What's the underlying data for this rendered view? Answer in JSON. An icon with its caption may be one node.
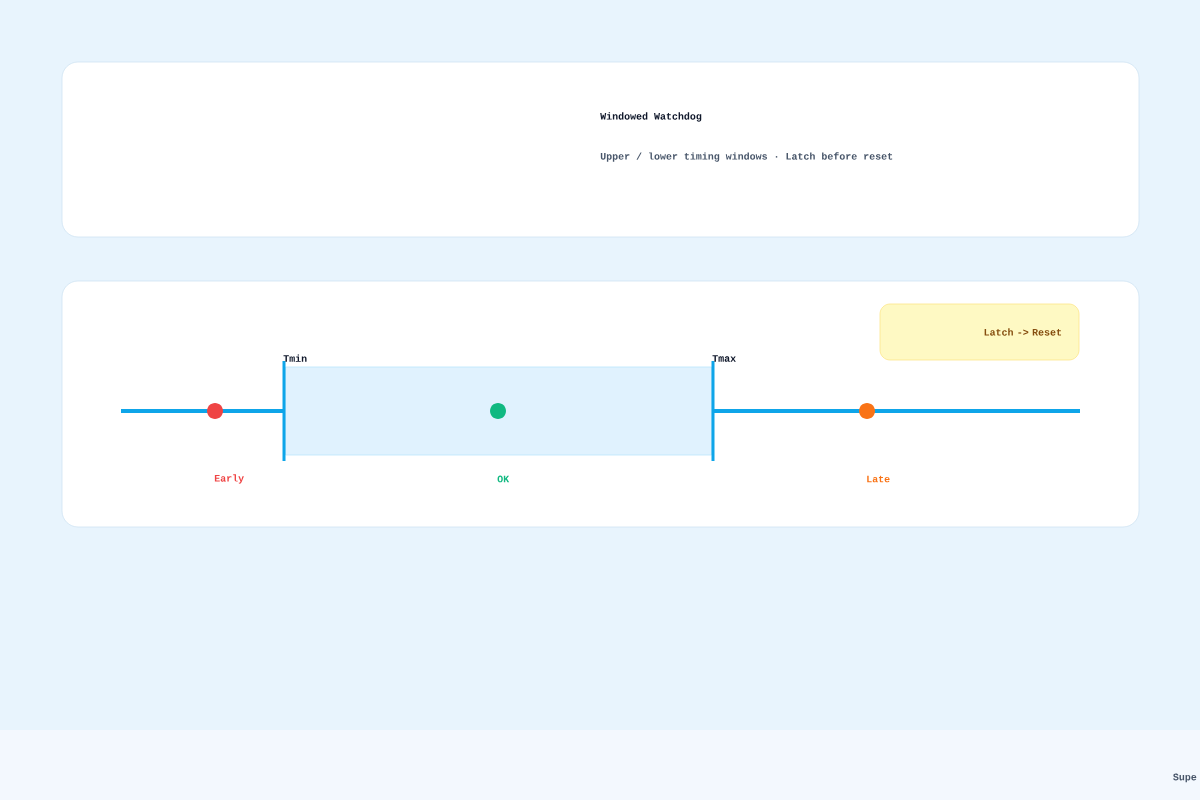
{
  "diagram": {
    "title": "Windowed Watchdog",
    "nodes": [
      {
        "text": [
          "Latch -> Reset"
        ]
      }
    ],
    "labels": [
      "Upper / lower timing windows · Latch before reset",
      "Tmin",
      "Tmax",
      "Early",
      "OK",
      "Late",
      "Supe"
    ]
  }
}
